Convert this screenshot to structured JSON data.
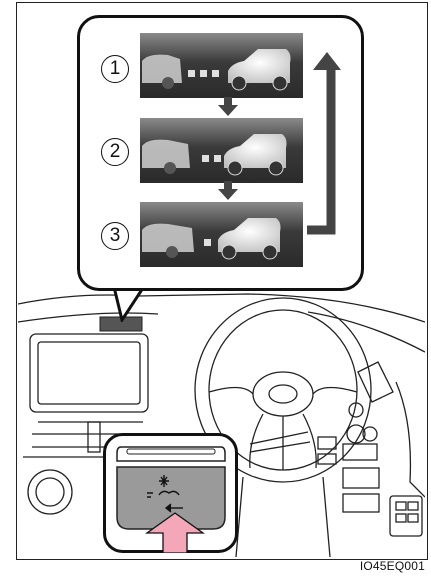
{
  "steps": [
    {
      "number": "1",
      "gap": "long"
    },
    {
      "number": "2",
      "gap": "middle"
    },
    {
      "number": "3",
      "gap": "short"
    }
  ],
  "colors": {
    "panel_dark": "#2f2f2f",
    "panel_light": "#8a8a8a",
    "highlight": "#f4a7b9",
    "line": "#111111"
  },
  "icons": [
    "down-arrow-icon",
    "return-arrow-icon",
    "distance-switch-icon",
    "press-arrow-icon"
  ],
  "figure_code": "IO45EQ001"
}
